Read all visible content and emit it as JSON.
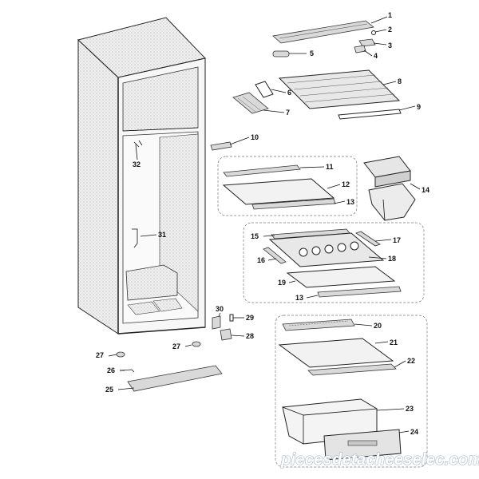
{
  "labels": {
    "l1": "1",
    "l2": "2",
    "l3": "3",
    "l4": "4",
    "l5": "5",
    "l6": "6",
    "l7": "7",
    "l8": "8",
    "l9": "9",
    "l10": "10",
    "l11": "11",
    "l12": "12",
    "l13a": "13",
    "l13b": "13",
    "l14": "14",
    "l15": "15",
    "l16": "16",
    "l17": "17",
    "l18": "18",
    "l19": "19",
    "l20": "20",
    "l21": "21",
    "l22": "22",
    "l23": "23",
    "l24": "24",
    "l25": "25",
    "l26": "26",
    "l27a": "27",
    "l27b": "27",
    "l28": "28",
    "l29": "29",
    "l30": "30",
    "l31": "31",
    "l32": "32"
  },
  "watermark": "piecesdetacheeselec.com"
}
